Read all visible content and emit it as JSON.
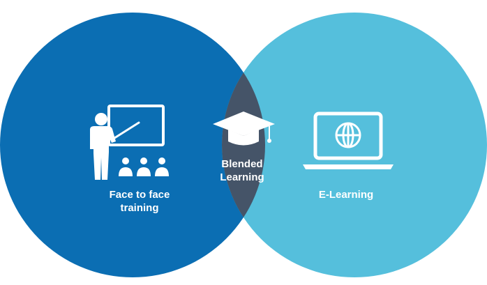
{
  "diagram": {
    "left": {
      "line1": "Face to face",
      "line2": "training",
      "color": "#0b6eb3",
      "icon": "teacher-whiteboard-icon"
    },
    "center": {
      "line1": "Blended",
      "line2": "Learning",
      "color": "#455468",
      "icon": "graduation-cap-icon"
    },
    "right": {
      "label": "E-Learning",
      "color": "#55bfdc",
      "icon": "laptop-globe-icon"
    }
  }
}
